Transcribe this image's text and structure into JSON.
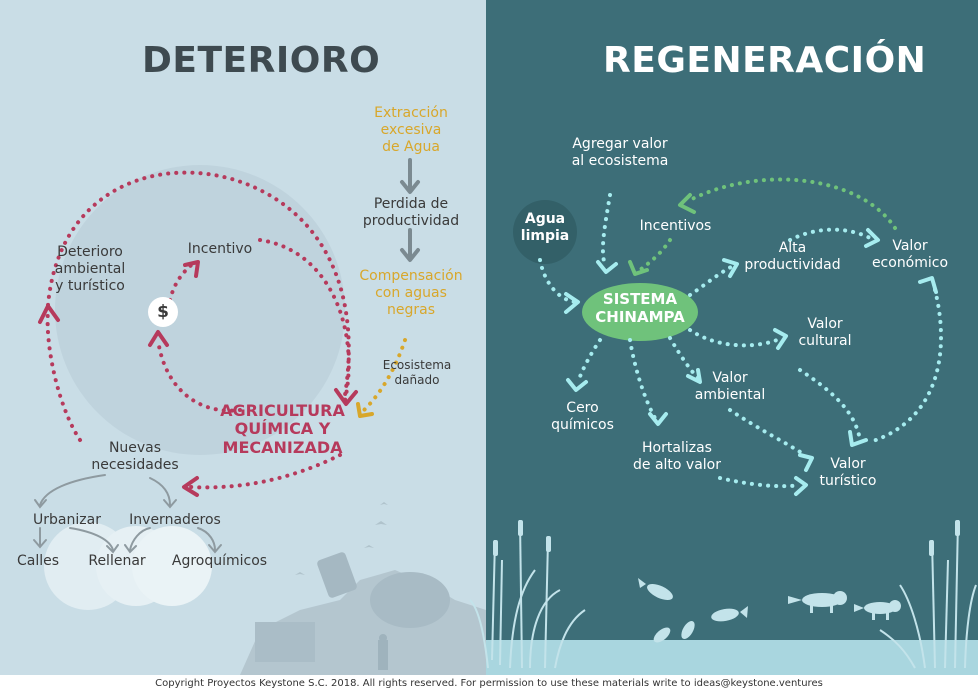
{
  "left": {
    "title": "DETERIORO",
    "extraccion": "Extracción\nexcesiva\nde Agua",
    "perdida": "Perdida de\nproductividad",
    "compensacion": "Compensación\ncon aguas\nnegras",
    "ecosistema": "Ecosistema\ndañado",
    "agricultura": "AGRICULTURA\nQUÍMICA Y MECANIZADA",
    "incentivo": "Incentivo",
    "dollar": "$",
    "deterioro_amb": "Deterioro\nambiental\ny turístico",
    "nuevas": "Nuevas\nnecesidades",
    "urbanizar": "Urbanizar",
    "invernaderos": "Invernaderos",
    "calles": "Calles",
    "rellenar": "Rellenar",
    "agroquimicos": "Agroquímicos"
  },
  "right": {
    "title": "REGENERACIÓN",
    "agregar": "Agregar valor\nal ecosistema",
    "agua": "Agua\nlimpia",
    "incentivos": "Incentivos",
    "sistema": "SISTEMA\nCHINAMPA",
    "alta": "Alta\nproductividad",
    "valor_eco": "Valor\neconómico",
    "valor_cult": "Valor\ncultural",
    "valor_amb": "Valor\nambiental",
    "cero": "Cero\nquímicos",
    "hortalizas": "Hortalizas\nde alto valor",
    "valor_tur": "Valor\nturístico"
  },
  "footer": "Copyright Proyectos Keystone S.C. 2018. All rights reserved. For permission to use these materials write to ideas@keystone.ventures",
  "colors": {
    "left_bg": "#c9dde6",
    "right_bg": "#3d6e78",
    "crimson": "#b63a5c",
    "gold": "#d8a72b",
    "cyan": "#a6ecef",
    "green": "#6fc27b"
  }
}
